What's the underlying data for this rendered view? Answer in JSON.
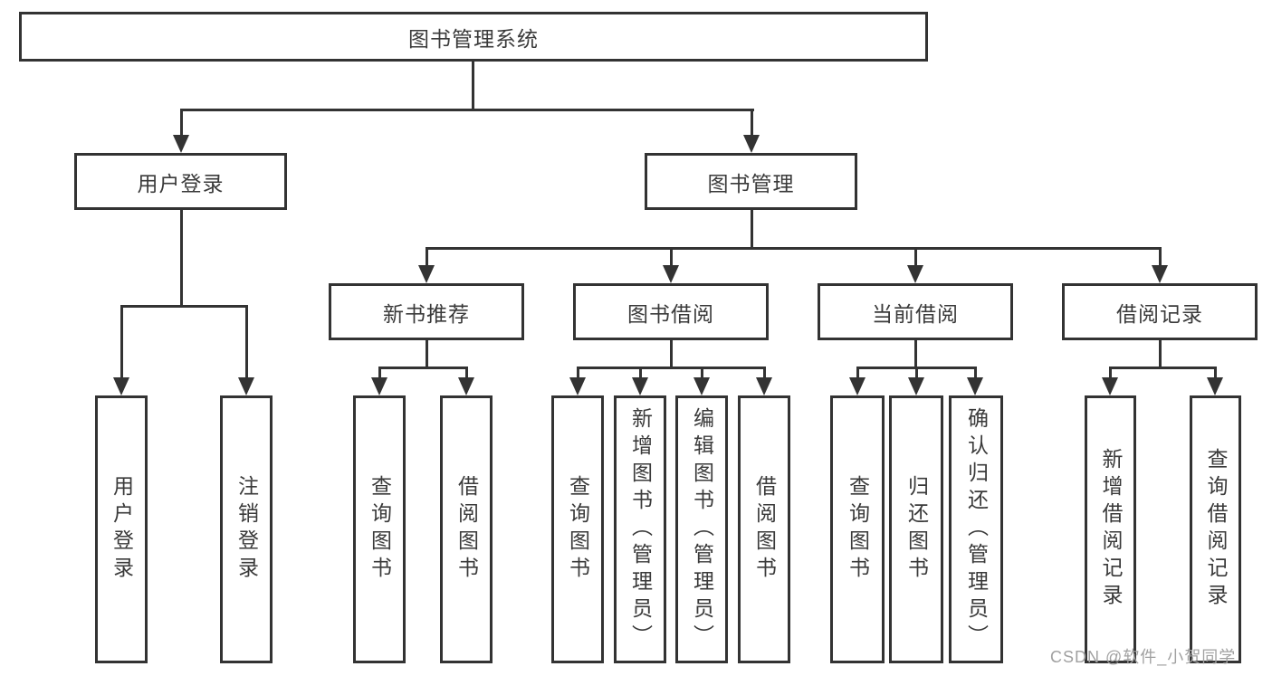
{
  "tree": {
    "root": "图书管理系统",
    "branches": [
      {
        "label": "用户登录",
        "children": [
          "用户登录",
          "注销登录"
        ]
      },
      {
        "label": "图书管理",
        "children": [
          {
            "label": "新书推荐",
            "children": [
              "查询图书",
              "借阅图书"
            ]
          },
          {
            "label": "图书借阅",
            "children": [
              "查询图书",
              "新增图书（管理员）",
              "编辑图书（管理员）",
              "借阅图书"
            ]
          },
          {
            "label": "当前借阅",
            "children": [
              "查询图书",
              "归还图书",
              "确认归还（管理员）"
            ]
          },
          {
            "label": "借阅记录",
            "children": [
              "新增借阅记录",
              "查询借阅记录"
            ]
          }
        ]
      }
    ]
  },
  "watermark": {
    "text": "CSDN @软件_小贺同学"
  },
  "colors": {
    "line": "#333333",
    "text": "#3a3a3a",
    "watermark": "#a0a0a0",
    "background": "#ffffff"
  }
}
